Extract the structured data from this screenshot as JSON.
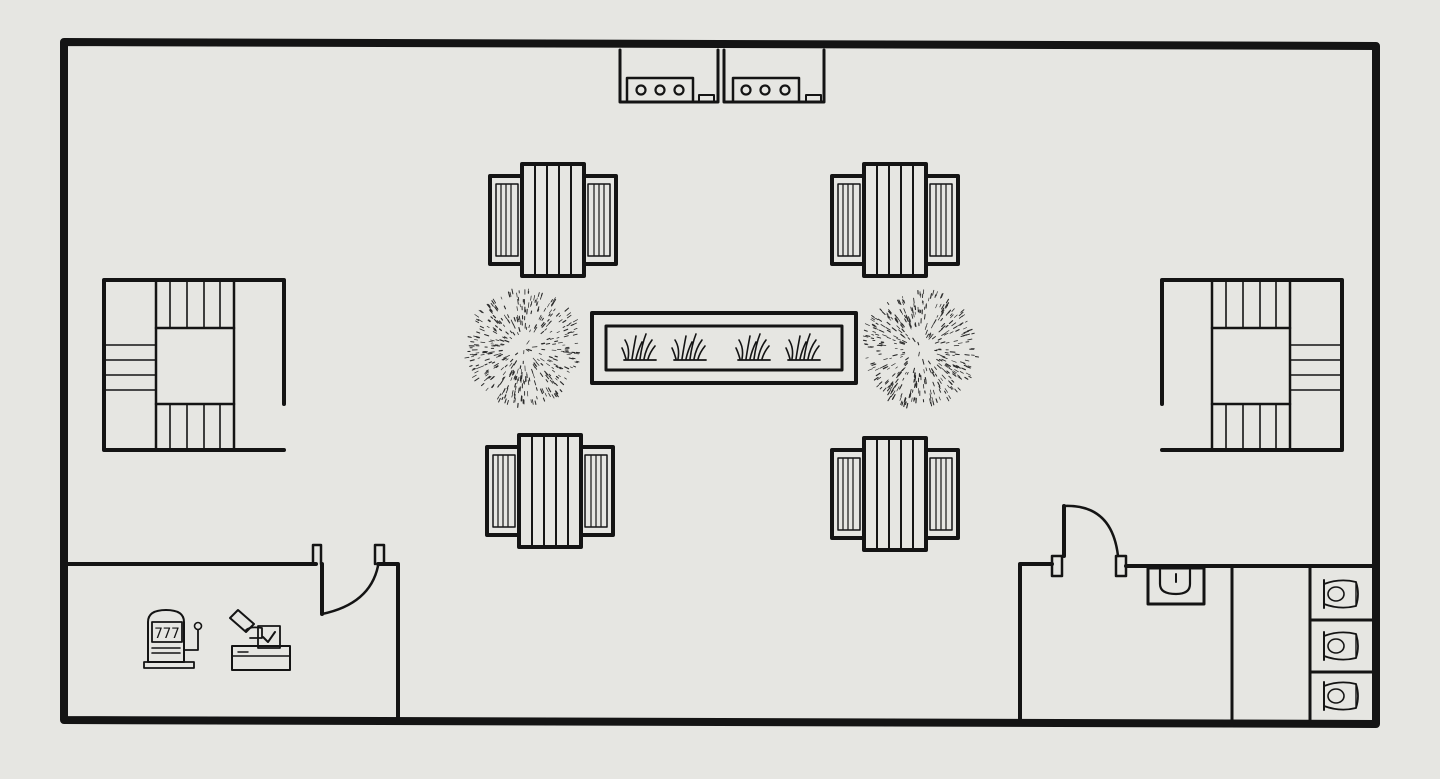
{
  "colors": {
    "background": "#e6e6e2",
    "ink": "#141414"
  },
  "slot_machine": {
    "reels_text": "777"
  },
  "plan": {
    "room_count": 4,
    "stairwells": 2,
    "dining_tables": 4,
    "toilets": 3,
    "shrubs": 2,
    "planter_grass_tufts": 4,
    "counter_units": 2
  }
}
